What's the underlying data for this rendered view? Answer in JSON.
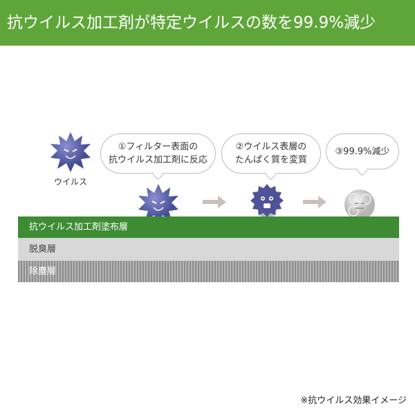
{
  "header": {
    "title": "抗ウイルス加工剤が特定ウイルスの数を99.9%減少"
  },
  "virus_label": "ウイルス",
  "steps": [
    {
      "line1": "①フィルター表面の",
      "line2": "抗ウイルス加工剤に反応"
    },
    {
      "line1": "②ウイルス表層の",
      "line2": "たんぱく質を変質"
    },
    {
      "line1": "③99.9%減少",
      "line2": ""
    }
  ],
  "layers": [
    "抗ウイルス加工剤塗布層",
    "脱臭層",
    "除塵層"
  ],
  "colors": {
    "header": "#5fa63a",
    "coating_layer": "#3d8c34",
    "virus": "#5a5fa8"
  },
  "note": "※抗ウイルス効果イメージ"
}
